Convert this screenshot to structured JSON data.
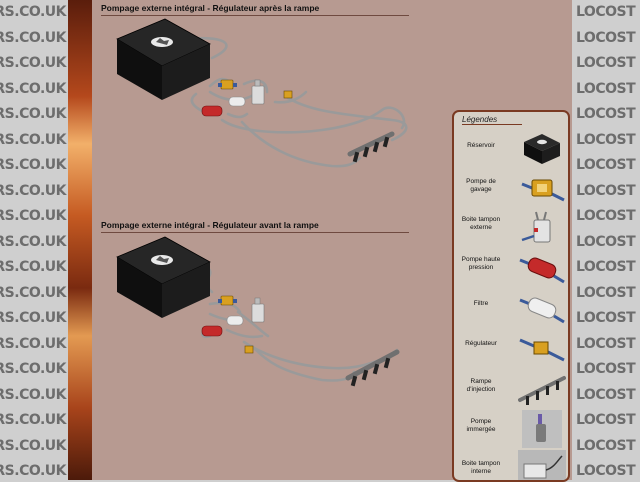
{
  "watermark": {
    "left_rows": [
      "DERS.CO.UK",
      "DERS.CO.UK",
      "DERS.CO.UK",
      "DERS.CO.UK",
      "DERS.CO.UK",
      "DERS.CO.UK",
      "DERS.CO.UK",
      "DERS.CO.UK",
      "DERS.CO.UK",
      "DERS.CO.UK",
      "DERS.CO.UK",
      "DERS.CO.UK",
      "DERS.CO.UK",
      "DERS.CO.UK",
      "DERS.CO.UK",
      "DERS.CO.UK",
      "DERS.CO.UK",
      "DERS.CO.UK",
      "DERS.CO.UK",
      "DERS.CO.UK"
    ],
    "right_rows": [
      "LOCOST",
      "LOCOST",
      "LOCOST",
      "LOCOST",
      "LOCOST",
      "LOCOST",
      "LOCOST",
      "LOCOST",
      "LOCOST",
      "LOCOST",
      "LOCOST",
      "LOCOST",
      "LOCOST",
      "LOCOST",
      "LOCOST",
      "LOCOST",
      "LOCOST",
      "LOCOST",
      "LOCOST",
      "LOCOST"
    ]
  },
  "diagrams": [
    {
      "heading": "Pompage externe intégral - Régulateur après la rampe"
    },
    {
      "heading": "Pompage externe intégral - Régulateur avant la rampe"
    }
  ],
  "legend": {
    "title": "Légendes",
    "items": [
      {
        "label": "Réservoir",
        "icon": "tank-icon"
      },
      {
        "label": "Pompe de gavage",
        "icon": "feed-pump-icon"
      },
      {
        "label": "Boite tampon externe",
        "icon": "external-buffer-box-icon"
      },
      {
        "label": "Pompe haute pression",
        "icon": "high-pressure-pump-icon"
      },
      {
        "label": "Filtre",
        "icon": "filter-icon"
      },
      {
        "label": "Régulateur",
        "icon": "regulator-icon"
      },
      {
        "label": "Rampe d'injection",
        "icon": "injection-rail-icon"
      },
      {
        "label": "Pompe immergée",
        "icon": "submerged-pump-icon"
      },
      {
        "label": "Boite tampon interne",
        "icon": "internal-buffer-box-icon"
      }
    ]
  },
  "colors": {
    "panel": "#b79a91",
    "heading_rule": "#6f4a40",
    "legend_border": "#7a3a22",
    "pipe": "#9a9a9a",
    "tank": "#151515",
    "hp_pump": "#c42a2a",
    "feed_pump": "#d9a020"
  }
}
